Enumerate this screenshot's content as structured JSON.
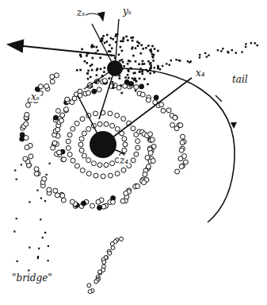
{
  "diagram": {
    "labels": [
      "zₛ",
      "yₛ",
      "xₛ",
      "x₄",
      "z₄",
      "tail",
      "\"bridge\""
    ]
  }
}
